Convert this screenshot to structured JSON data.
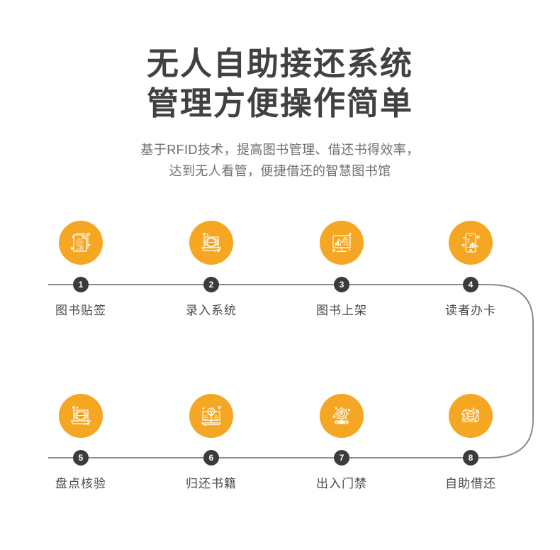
{
  "header": {
    "title_lines": [
      "无人自助接还系统",
      "管理方便操作简单"
    ],
    "subtitle_lines": [
      "基于RFID技术，提高图书管理、借还书得效率，",
      "达到无人看管，便捷借还的智慧图书馆"
    ]
  },
  "colors": {
    "accent_orange": "#F5A623",
    "badge_dark": "#3B3B3B",
    "title_gray": "#414141",
    "subtitle_gray": "#6E6E6E",
    "line_gray": "#8A8A8A"
  },
  "flow": {
    "steps": [
      {
        "number": "1",
        "label": "图书贴签",
        "icon": "document-binary-icon"
      },
      {
        "number": "2",
        "label": "录入系统",
        "icon": "laptop-globe-icon"
      },
      {
        "number": "3",
        "label": "图书上架",
        "icon": "monitor-chart-icon"
      },
      {
        "number": "4",
        "label": "读者办卡",
        "icon": "phone-chart-icon"
      },
      {
        "number": "5",
        "label": "盘点核验",
        "icon": "laptop-globe-icon"
      },
      {
        "number": "6",
        "label": "归还书籍",
        "icon": "book-lightbulb-icon"
      },
      {
        "number": "7",
        "label": "出入门禁",
        "icon": "gear-person-icon"
      },
      {
        "number": "8",
        "label": "自助借还",
        "icon": "atom-database-icon"
      }
    ]
  }
}
